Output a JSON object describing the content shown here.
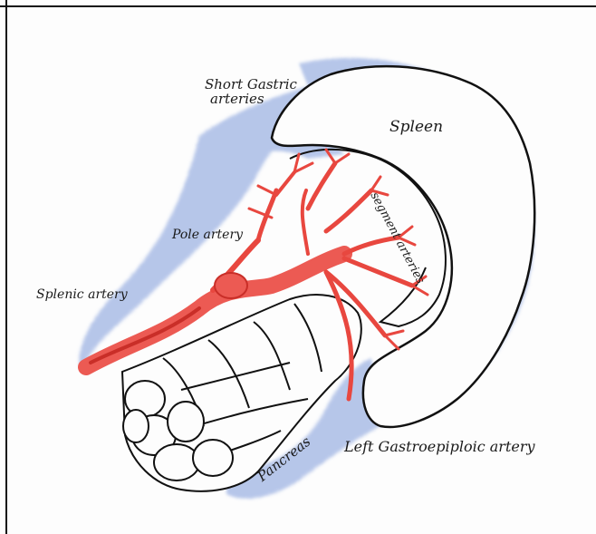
{
  "labels": {
    "short_gastric": "Short Gastric\narteries",
    "spleen": "Spleen",
    "segment_arteries": "segment arteries",
    "pole_artery": "Pole artery",
    "splenic_artery": "Splenic artery",
    "pancreas": "Pancreas",
    "left_gastroepiploic": "Left Gastroepiploic artery"
  },
  "colors": {
    "artery": "#e8473f",
    "artery_fill": "#ef6f6a",
    "shading": "#8ea6dd",
    "outline": "#111111",
    "paper": "#fdfdfd"
  }
}
